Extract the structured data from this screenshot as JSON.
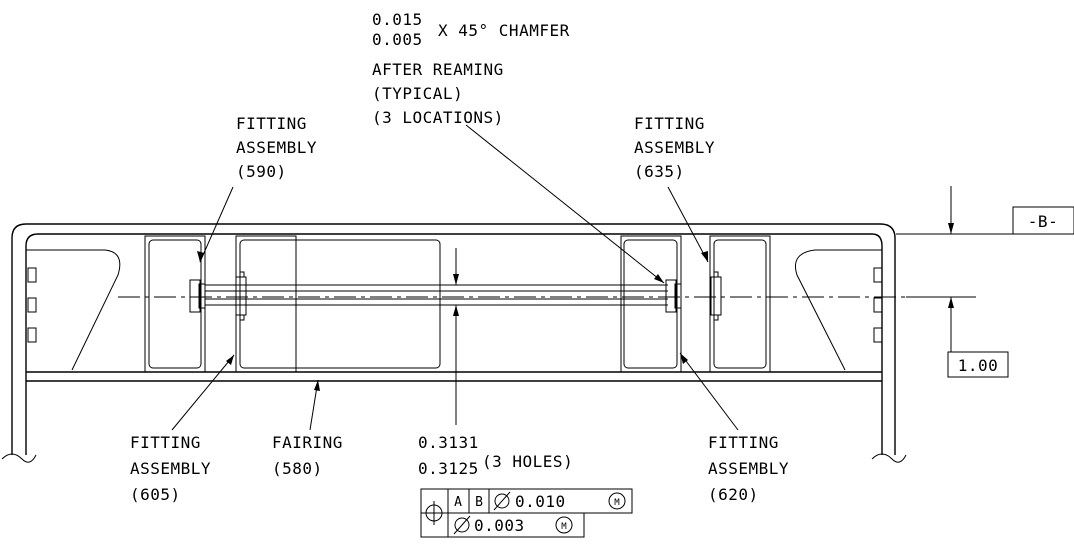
{
  "chamfer_note": {
    "tol_upper": "0.015",
    "tol_lower": "0.005",
    "line1": "X 45° CHAMFER",
    "line2": "AFTER REAMING",
    "line3": "(TYPICAL)",
    "line4": "(3 LOCATIONS)"
  },
  "callouts": {
    "fitting_590": [
      "FITTING",
      "ASSEMBLY",
      "(590)"
    ],
    "fitting_635": [
      "FITTING",
      "ASSEMBLY",
      "(635)"
    ],
    "fitting_605": [
      "FITTING",
      "ASSEMBLY",
      "(605)"
    ],
    "fairing_580": [
      "FAIRING",
      "(580)"
    ],
    "fitting_620": [
      "FITTING",
      "ASSEMBLY",
      "(620)"
    ]
  },
  "hole_dim": {
    "upper": "0.3131",
    "lower": "0.3125",
    "note": "(3 HOLES)"
  },
  "fcf": {
    "datum_a": "A",
    "datum_b": "B",
    "tol1": "0.010",
    "tol2": "0.003",
    "modifier": "M"
  },
  "datum_label": "-B-",
  "basic_dim": "1.00"
}
